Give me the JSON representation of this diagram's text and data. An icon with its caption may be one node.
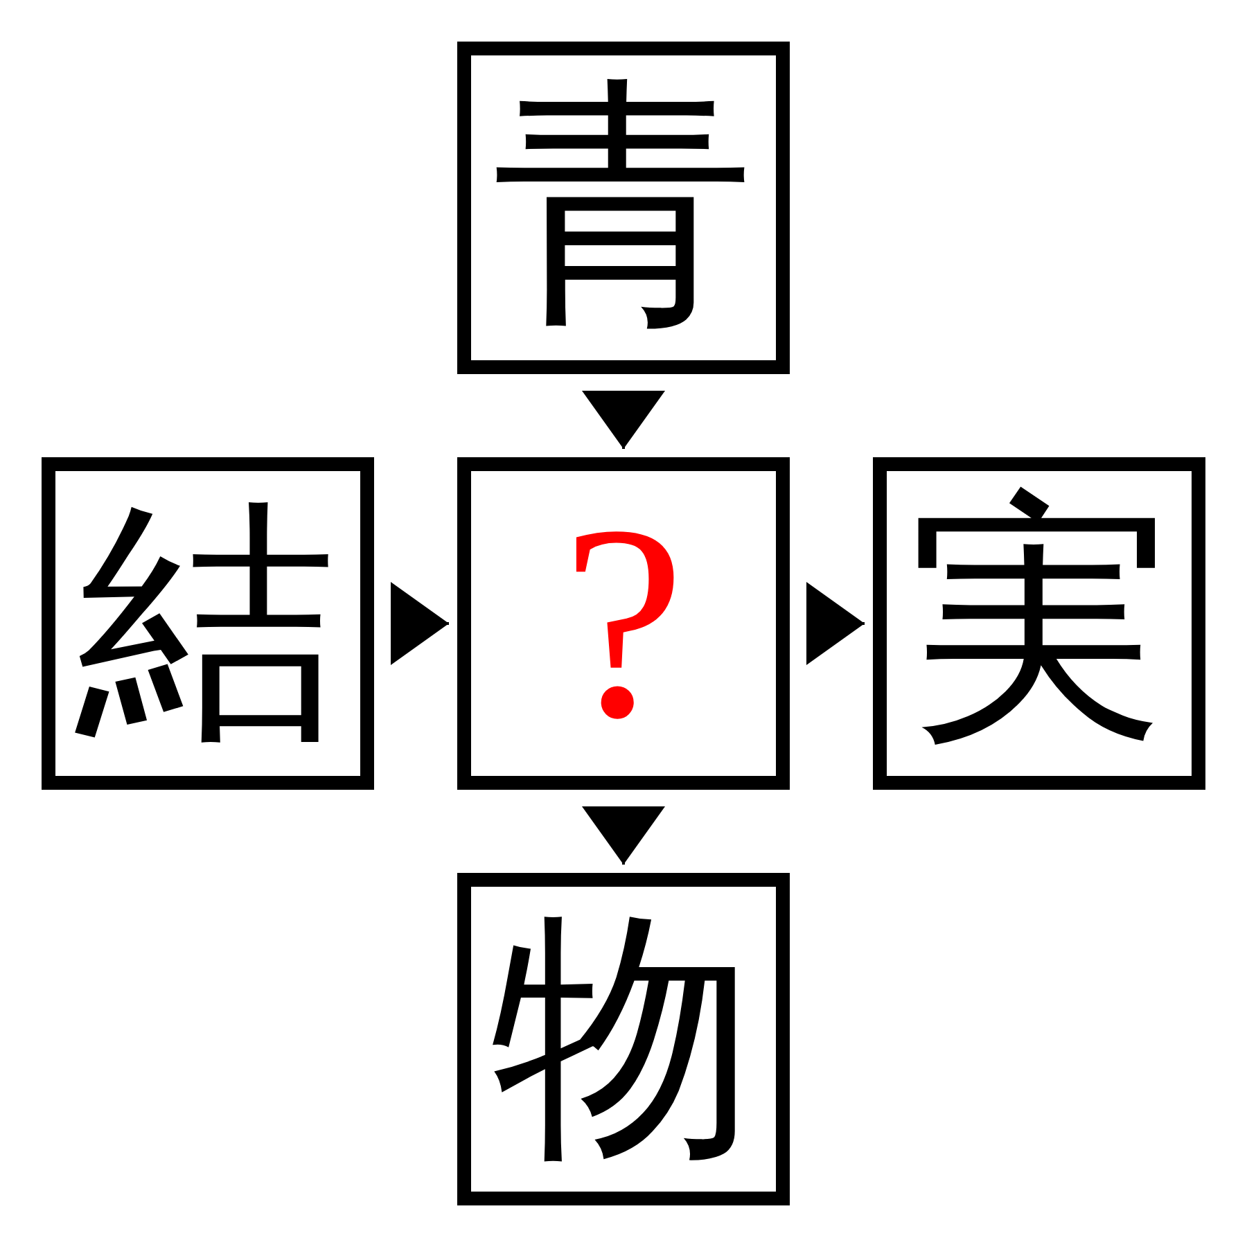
{
  "diagram": {
    "nodes": [
      {
        "text": [
          "青"
        ]
      },
      {
        "text": [
          "結"
        ]
      },
      {
        "text": [
          "?"
        ]
      },
      {
        "text": [
          "実"
        ]
      },
      {
        "text": [
          "物"
        ]
      }
    ],
    "edges": [
      {
        "from": 0,
        "to": 2,
        "arrow": "to"
      },
      {
        "from": 1,
        "to": 2,
        "arrow": "to"
      },
      {
        "from": 2,
        "to": 3,
        "arrow": "to"
      },
      {
        "from": 2,
        "to": 4,
        "arrow": "to"
      }
    ]
  }
}
